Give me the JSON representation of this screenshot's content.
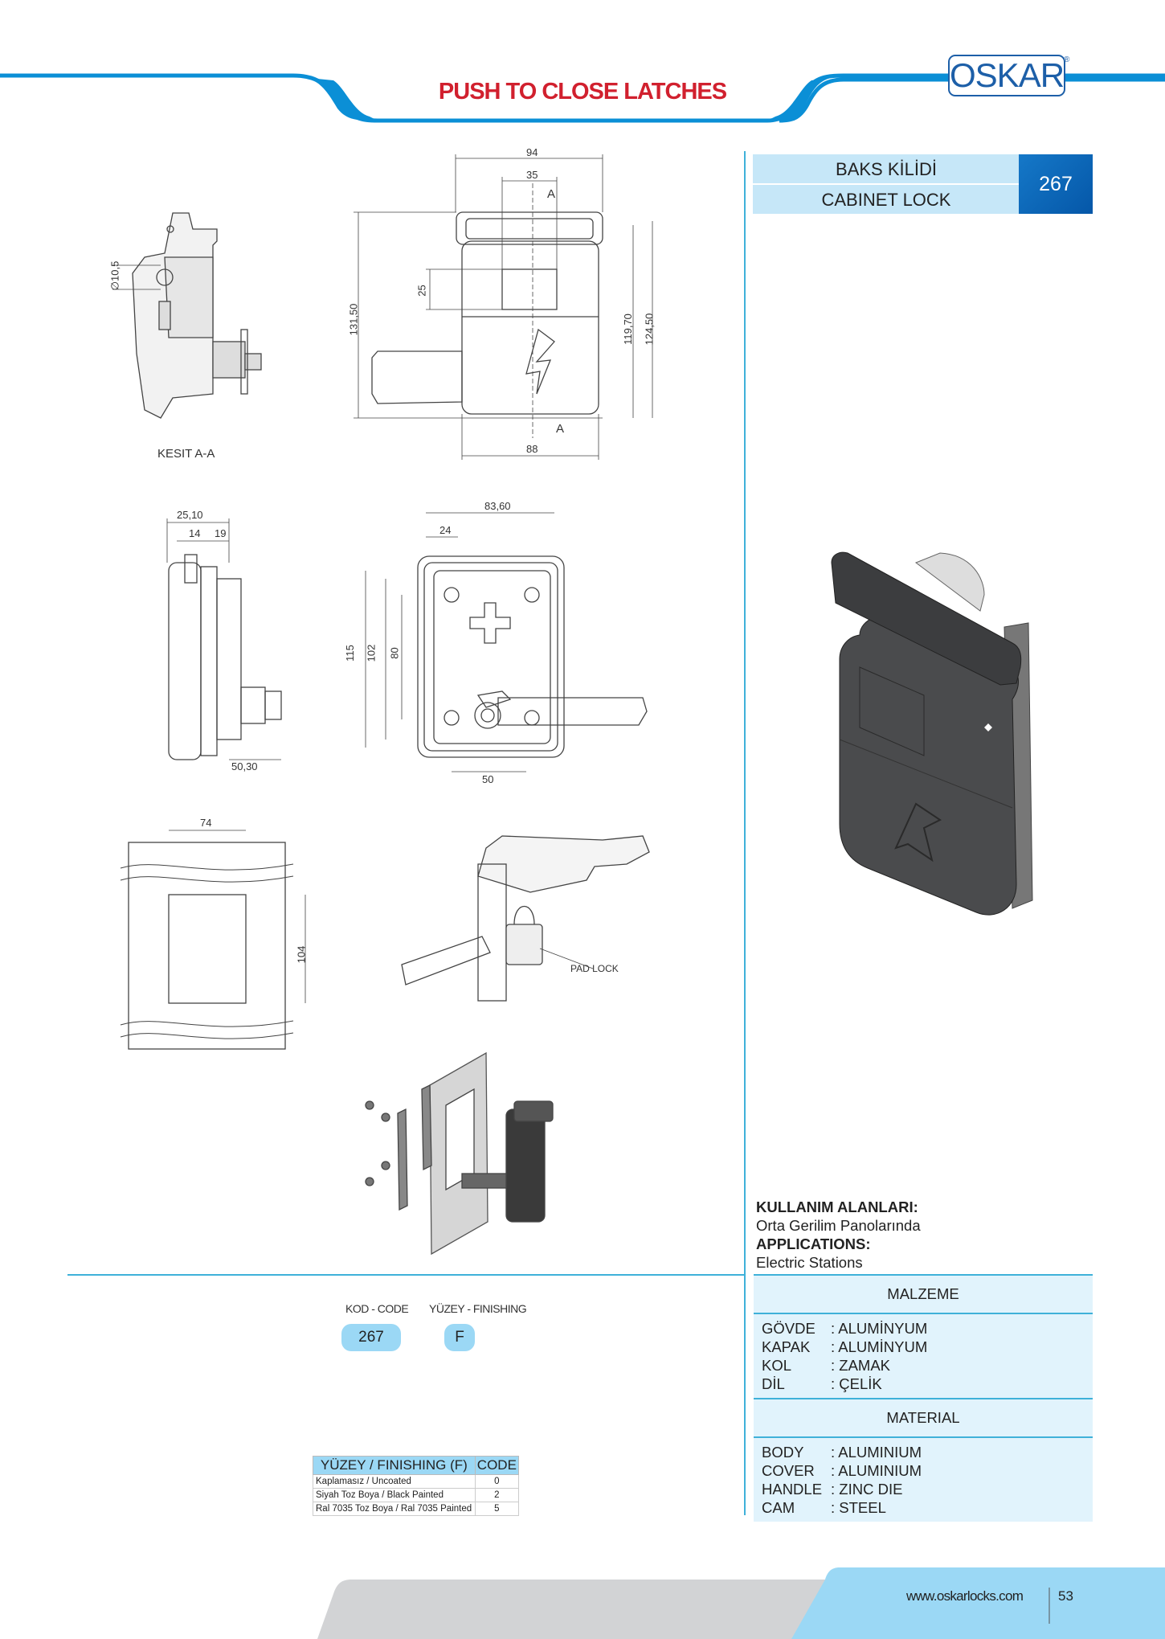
{
  "header": {
    "title": "PUSH TO CLOSE LATCHES",
    "logo_text": "OSKAR",
    "logo_mark": "®"
  },
  "product": {
    "name_tr": "BAKS KİLİDİ",
    "name_en": "CABINET LOCK",
    "number": "267"
  },
  "drawings": {
    "section_label": "KESIT A-A",
    "section_dia": "∅10,5",
    "front": {
      "w94": "94",
      "w35": "35",
      "secA_top": "A",
      "h25": "25",
      "h131": "131,50",
      "h119": "119,70",
      "h124": "124,50",
      "secA_bottom": "A",
      "w88": "88"
    },
    "side": {
      "d25": "25,10",
      "d14": "14",
      "d19": "19",
      "d50": "50,30"
    },
    "back": {
      "w83": "83,60",
      "w24": "24",
      "h115": "115",
      "h102": "102",
      "h80": "80",
      "w50": "50"
    },
    "cutout": {
      "w74": "74",
      "h104": "104"
    },
    "padlock_label": "PAD LOCK"
  },
  "applications": {
    "title_tr": "KULLANIM ALANLARI:",
    "text_tr": "Orta Gerilim Panolarında",
    "title_en": "APPLICATIONS:",
    "text_en": "Electric Stations"
  },
  "materials": {
    "title_tr": "MALZEME",
    "rows_tr": [
      [
        "GÖVDE",
        ": ALUMİNYUM"
      ],
      [
        "KAPAK",
        ": ALUMİNYUM"
      ],
      [
        "KOL",
        ": ZAMAK"
      ],
      [
        "DİL",
        ": ÇELİK"
      ]
    ],
    "title_en": "MATERIAL",
    "rows_en": [
      [
        "BODY",
        ": ALUMINIUM"
      ],
      [
        "COVER",
        ": ALUMINIUM"
      ],
      [
        "HANDLE",
        ": ZINC DIE"
      ],
      [
        "CAM",
        ": STEEL"
      ]
    ]
  },
  "ordering": {
    "code_label": "KOD - CODE",
    "finish_label": "YÜZEY - FINISHING",
    "code_value": "267",
    "finish_value": "F"
  },
  "finishing_table": {
    "headers": [
      "YÜZEY / FINISHING (F)",
      "CODE"
    ],
    "rows": [
      [
        "Kaplamasız / Uncoated",
        "0"
      ],
      [
        "Siyah Toz Boya / Black Painted",
        "2"
      ],
      [
        "Ral 7035 Toz Boya / Ral 7035 Painted",
        "5"
      ]
    ]
  },
  "footer": {
    "url": "www.oskarlocks.com",
    "page": "53"
  },
  "colors": {
    "accent_blue": "#0b8fd6",
    "title_red": "#d1202e",
    "light_blue": "#c6e7f8",
    "footer_blue": "#9bd8f5",
    "footer_gray": "#d2d3d5"
  }
}
